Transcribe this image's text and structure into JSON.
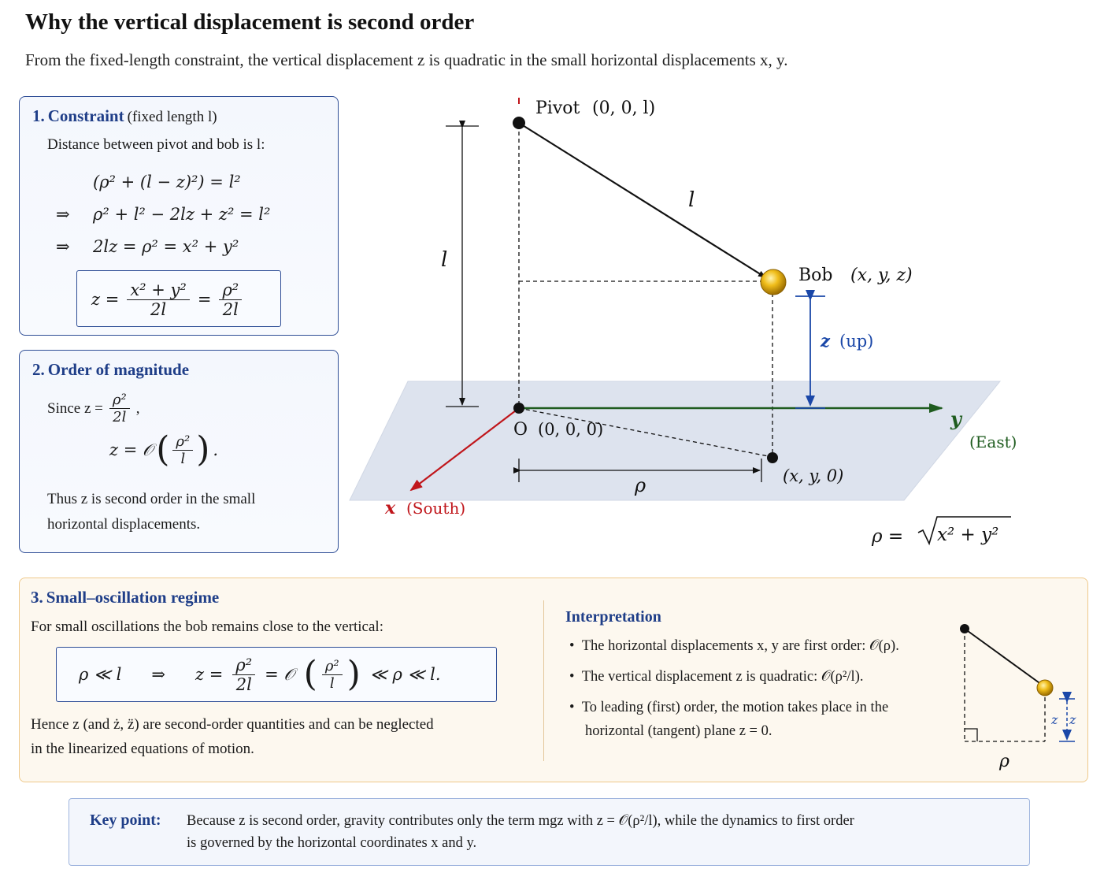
{
  "header": {
    "title": "Why the vertical displacement is second order",
    "subtitle": "From the fixed-length constraint, the vertical displacement z is quadratic in the small horizontal displacements x, y."
  },
  "box1": {
    "title_num": "1.",
    "title": "Constraint",
    "title_suffix": "(fixed length l)",
    "intro": "Distance between pivot and bob is l:",
    "eq1": "(ρ² + (l − z)²) = l²",
    "eq2_arrow": "⇒",
    "eq2": "ρ² + l² − 2lz + z² = l²",
    "eq3_arrow": "⇒",
    "eq3": "2lz = ρ² = x² + y²",
    "result_lhs": "z =",
    "result_num1": "x² + y²",
    "result_den1": "2l",
    "result_eq": "=",
    "result_num2": "ρ²",
    "result_den2": "2l"
  },
  "box2": {
    "title_num": "2.",
    "title": "Order of magnitude",
    "since": "Since z =",
    "since_num": "ρ²",
    "since_den": "2l",
    "since_comma": ",",
    "order_lhs": "z = 𝒪",
    "order_num": "ρ²",
    "order_den": "l",
    "order_end": ".",
    "thus_line1": "Thus z is second order in the small",
    "thus_line2": "horizontal displacements."
  },
  "diagram": {
    "pivot_label": "Pivot",
    "pivot_coords": "(0, 0, l)",
    "rod_label": "l",
    "height_label": "l",
    "bob_label": "Bob",
    "bob_coords": "(x, y, z)",
    "z_label": "z",
    "z_up": "(up)",
    "origin_label": "O",
    "origin_coords": "(0, 0, 0)",
    "y_axis": "y",
    "y_east": "(East)",
    "x_axis": "x",
    "x_south": "(South)",
    "proj_label": "(x, y, 0)",
    "rho_label": "ρ",
    "rho_def_lhs": "ρ =",
    "rho_def_rad": "x² + y²"
  },
  "box3": {
    "title_num": "3.",
    "title": "Small–oscillation regime",
    "intro": "For small oscillations the bob remains close to the vertical:",
    "eq_a": "ρ ≪ l",
    "eq_arrow": "⇒",
    "eq_z": "z =",
    "eq_num": "ρ²",
    "eq_den": "2l",
    "eq_O": "= 𝒪",
    "eq_num2": "ρ²",
    "eq_den2": "l",
    "eq_tail": "≪ ρ ≪ l.",
    "hence_line1": "Hence z (and ż, z̈) are second-order quantities and can be neglected",
    "hence_line2": "in the linearized equations of motion.",
    "interp_title": "Interpretation",
    "bullets": [
      "The horizontal displacements x, y are first order: 𝒪(ρ).",
      "The vertical displacement z is quadratic: 𝒪(ρ²/l).",
      "To leading (first) order, the motion takes place in the",
      "horizontal (tangent) plane z = 0."
    ],
    "mini_rho": "ρ",
    "mini_z": "z"
  },
  "keypoint": {
    "label": "Key point:",
    "line1": "Because z is second order, gravity contributes only the term mgz with z = 𝒪(ρ²/l), while the dynamics to first order",
    "line2": "is governed by the horizontal coordinates x and y."
  },
  "colors": {
    "accent_blue": "#1f3e88",
    "box_border": "#2f4e96",
    "orange_border": "#efc98a",
    "x_axis_red": "#c0161b",
    "y_axis_green": "#1f5c1f",
    "z_blue": "#1a47a8",
    "bob_gold": "#e0a400",
    "plane": "#dde3ee"
  },
  "icons": [
    "pivot-point-icon",
    "bob-sphere-icon",
    "origin-point-icon",
    "projection-point-icon",
    "right-angle-icon"
  ]
}
